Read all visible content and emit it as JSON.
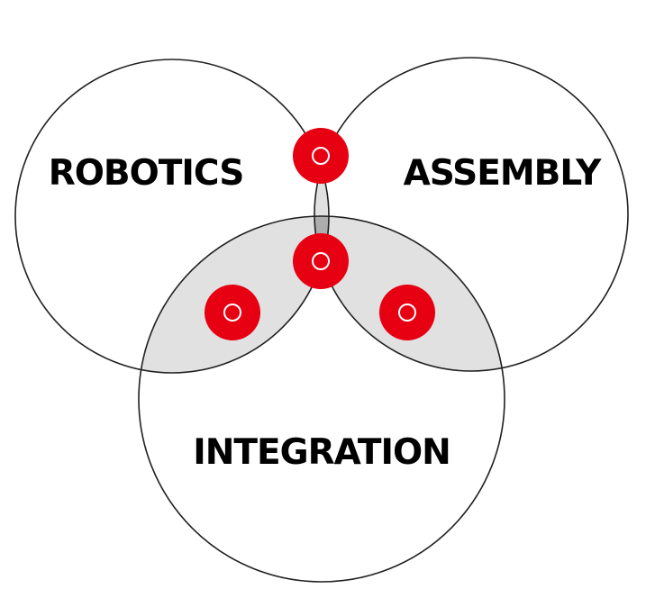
{
  "diagram": {
    "sets": [
      {
        "id": "robotics",
        "label": "ROBOTICS"
      },
      {
        "id": "assembly",
        "label": "ASSEMBLY"
      },
      {
        "id": "integration",
        "label": "INTEGRATION"
      }
    ],
    "markers": [
      {
        "id": "robotics-assembly",
        "sets": [
          "robotics",
          "assembly"
        ]
      },
      {
        "id": "robotics-assembly-integration",
        "sets": [
          "robotics",
          "assembly",
          "integration"
        ]
      },
      {
        "id": "robotics-integration",
        "sets": [
          "robotics",
          "integration"
        ]
      },
      {
        "id": "assembly-integration",
        "sets": [
          "assembly",
          "integration"
        ]
      }
    ],
    "colors": {
      "outline": "#231f20",
      "pair_overlap": "#e1e1e1",
      "triple_overlap": "#adadad",
      "marker": "#e60012",
      "marker_ring": "#ffffff",
      "label": "#000000"
    }
  }
}
